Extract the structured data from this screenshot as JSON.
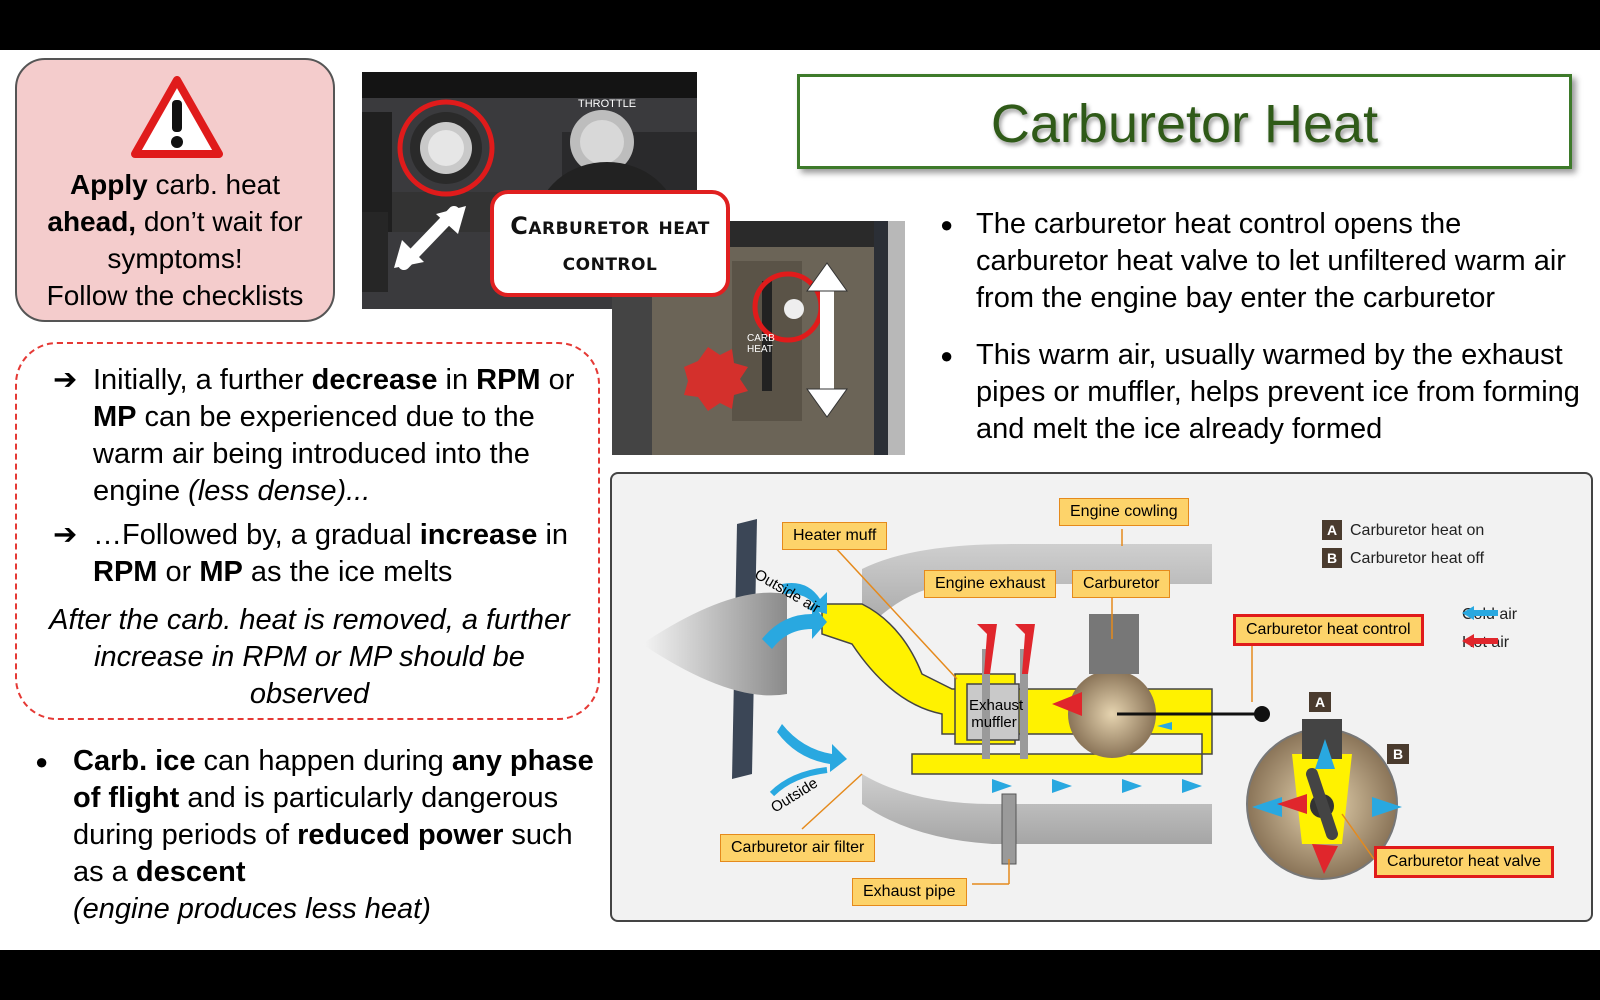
{
  "warning": {
    "line1_bold": "Apply",
    "line1_rest": " carb. heat",
    "line2_bold": "ahead,",
    "line2_rest": " don’t wait for",
    "line3": "symptoms!",
    "line4": "Follow the checklists"
  },
  "photos": {
    "callout": "Carburetor heat control",
    "panel_labels": {
      "throttle": "THROTTLE",
      "carb_heat": "CARB HEAT"
    }
  },
  "title": "Carburetor Heat",
  "right_bullets": [
    "The carburetor heat control opens the carburetor heat valve to let unfiltered warm air from the engine bay enter the carburetor",
    "This warm air, usually warmed by the exhaust pipes or muffler, helps prevent ice from forming and melt the ice already formed"
  ],
  "effects": {
    "arrow": "➔",
    "item1": {
      "t1": "Initially, a further ",
      "b1": "decrease",
      "t2": " in ",
      "b2": "RPM",
      "t3": " or ",
      "b3": "MP",
      "t4": " can be experienced due to the warm air being introduced into the engine ",
      "i1": "(less dense)..."
    },
    "item2": {
      "t1": "…Followed by, a gradual ",
      "b1": "increase",
      "t2": " in ",
      "b2": "RPM",
      "t3": " or ",
      "b3": "MP",
      "t4": " as the ice melts"
    },
    "after": "After the carb. heat is removed, a further increase in RPM or MP should be observed"
  },
  "carb_ice": {
    "b1": "Carb. ice",
    "t1": " can happen during ",
    "b2": "any phase of flight",
    "t2": " and is particularly dangerous during periods of ",
    "b3": "reduced power",
    "t3": " such as a ",
    "b4": "descent",
    "i1": "(engine produces less heat)"
  },
  "diagram": {
    "labels": {
      "heater_muff": "Heater muff",
      "engine_cowling": "Engine cowling",
      "engine_exhaust": "Engine exhaust",
      "carburetor": "Carburetor",
      "carb_heat_control": "Carburetor heat control",
      "carb_air_filter": "Carburetor air filter",
      "exhaust_pipe": "Exhaust pipe",
      "carb_heat_valve": "Carburetor heat valve",
      "exhaust_muffler": "Exhaust muffler",
      "outside_air_1": "Outside air",
      "outside_air_2": "Outside"
    },
    "legend": {
      "a_letter": "A",
      "a_text": "Carburetor heat on",
      "b_letter": "B",
      "b_text": "Carburetor heat off",
      "cold": "Cold air",
      "hot": "Hot air"
    },
    "colors": {
      "cold": "#29a8e0",
      "hot": "#e0262c",
      "duct": "#fff200",
      "tag": "#fdd36a"
    }
  }
}
